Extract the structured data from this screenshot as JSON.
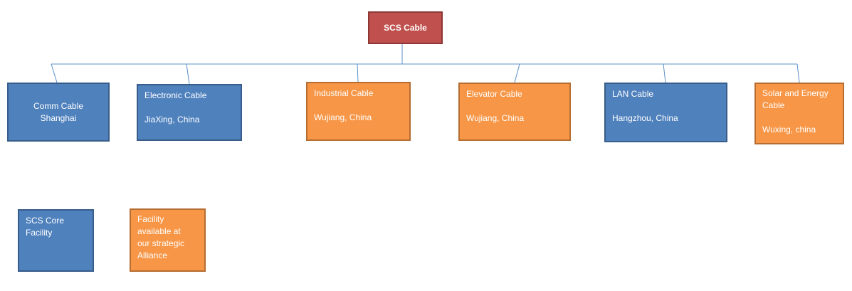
{
  "root": {
    "label": "SCS Cable",
    "color": "#c0504d"
  },
  "nodes": [
    {
      "lines": [
        "Comm Cable",
        "Shanghai"
      ],
      "type": "core"
    },
    {
      "lines": [
        "Electronic Cable",
        "JiaXing, China"
      ],
      "type": "core"
    },
    {
      "lines": [
        "Industrial Cable",
        "Wujiang, China"
      ],
      "type": "alliance"
    },
    {
      "lines": [
        "Elevator Cable",
        "Wujiang, China"
      ],
      "type": "alliance"
    },
    {
      "lines": [
        "LAN Cable",
        "Hangzhou, China"
      ],
      "type": "core"
    },
    {
      "lines": [
        "Solar and Energy",
        "Cable",
        "Wuxing, china"
      ],
      "type": "alliance"
    }
  ],
  "legend": {
    "core": {
      "lines": [
        "SCS Core",
        "Facility"
      ],
      "color": "#4f81bd"
    },
    "alliance": {
      "lines": [
        "Facility",
        "available at",
        "our strategic",
        "Alliance"
      ],
      "color": "#f79646"
    }
  }
}
